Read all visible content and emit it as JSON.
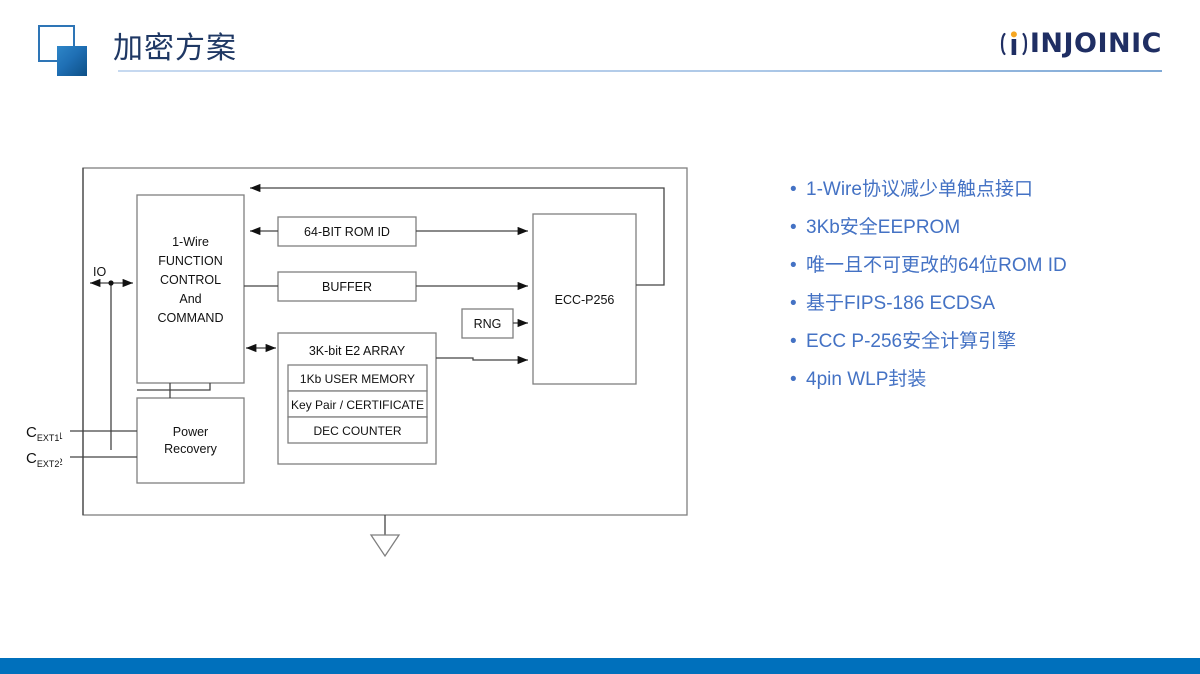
{
  "header": {
    "title": "加密方案",
    "brand": "INJOINIC",
    "logo_icon": "square-stack-icon",
    "brand_icon": "injoinic-i-icon",
    "accent_color": "#2E75B6",
    "title_color": "#1F3864",
    "brand_color": "#1F2E63",
    "brand_dot_color": "#F5A623"
  },
  "footer": {
    "bar_color": "#0070BC"
  },
  "bullets": {
    "marker": "•",
    "color": "#4472C4",
    "items": [
      "1-Wire协议减少单触点接口",
      "3Kb安全EEPROM",
      "唯一且不可更改的64位ROM ID",
      "基于FIPS-186 ECDSA",
      "ECC P-256安全计算引擎",
      "4pin WLP封装"
    ]
  },
  "diagram": {
    "name": "block-diagram",
    "pins": {
      "io": "IO",
      "cext1_base": "C",
      "cext1_sub": "EXT1",
      "cext2_base": "C",
      "cext2_sub": "EXT2"
    },
    "blocks": {
      "control": [
        "1-Wire",
        "FUNCTION",
        "CONTROL",
        "And",
        "COMMAND"
      ],
      "rom_id": "64-BIT ROM ID",
      "buffer": "BUFFER",
      "rng": "RNG",
      "ecc": "ECC-P256",
      "power": [
        "Power",
        "Recovery"
      ],
      "e2_array": "3K-bit E2 ARRAY",
      "e2_rows": [
        "1Kb USER MEMORY",
        "Key Pair / CERTIFICATE",
        "DEC COUNTER"
      ]
    },
    "ground_symbol": "ground-triangle-icon",
    "line_color": "#7F7F7F",
    "text_color": "#1A1A1A"
  }
}
